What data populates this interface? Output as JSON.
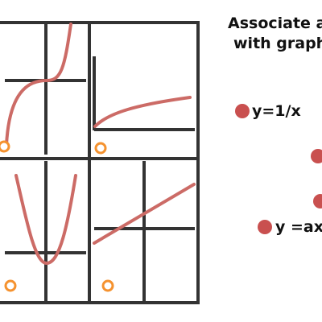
{
  "title": {
    "line1": "Associate a",
    "line2": "with graph"
  },
  "options": [
    {
      "label": "y=1/x"
    },
    {
      "label": ""
    },
    {
      "label": ""
    },
    {
      "label": "y =ax+"
    }
  ],
  "colors": {
    "grid": "#333333",
    "curve": "#cc6b66",
    "target_ring": "#f5922f",
    "option_dot": "#c9504f"
  }
}
